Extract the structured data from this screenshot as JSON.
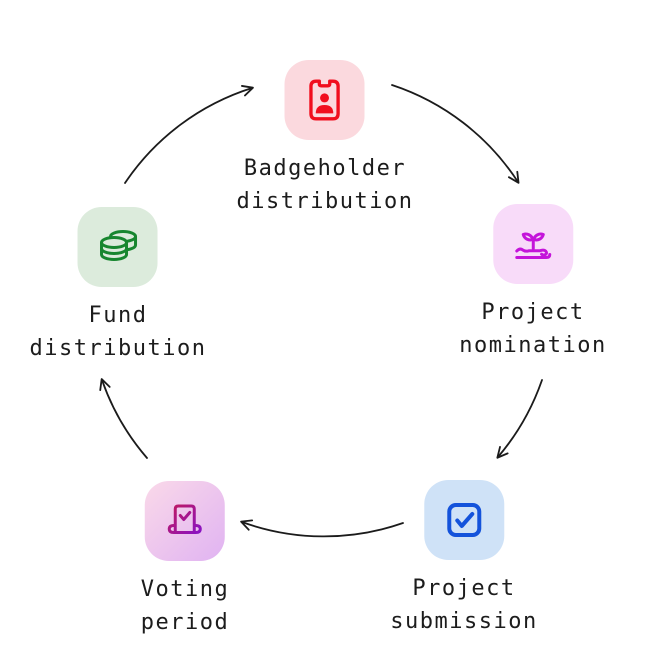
{
  "diagram": {
    "type": "cycle",
    "background": "#ffffff",
    "text_color": "#1c1c1c",
    "arrow_color": "#1b1b1b",
    "nodes": [
      {
        "id": "badgeholder-distribution",
        "label": "Badgeholder\ndistribution",
        "icon": "id-badge-icon",
        "icon_color": "#f10e1e",
        "bg": "#fbd9de"
      },
      {
        "id": "project-nomination",
        "label": "Project\nnomination",
        "icon": "seedling-in-hand-icon",
        "icon_color": "#c414da",
        "bg": "#f8dbf9"
      },
      {
        "id": "project-submission",
        "label": "Project\nsubmission",
        "icon": "checkbox-checked-icon",
        "icon_color": "#1453db",
        "bg": "#cfe2f7"
      },
      {
        "id": "voting-period",
        "label": "Voting\nperiod",
        "icon": "ballot-box-icon",
        "icon_color_start": "#c01a5f",
        "icon_color_end": "#8612c9",
        "bg_start": "#fad9e9",
        "bg_end": "#e0b3f2"
      },
      {
        "id": "fund-distribution",
        "label": "Fund\ndistribution",
        "icon": "coins-icon",
        "icon_color": "#17862f",
        "bg": "#dcebdc"
      }
    ],
    "arrows": [
      {
        "from": "badgeholder-distribution",
        "to": "project-nomination"
      },
      {
        "from": "project-nomination",
        "to": "project-submission"
      },
      {
        "from": "project-submission",
        "to": "voting-period"
      },
      {
        "from": "voting-period",
        "to": "fund-distribution"
      },
      {
        "from": "fund-distribution",
        "to": "badgeholder-distribution"
      }
    ]
  }
}
